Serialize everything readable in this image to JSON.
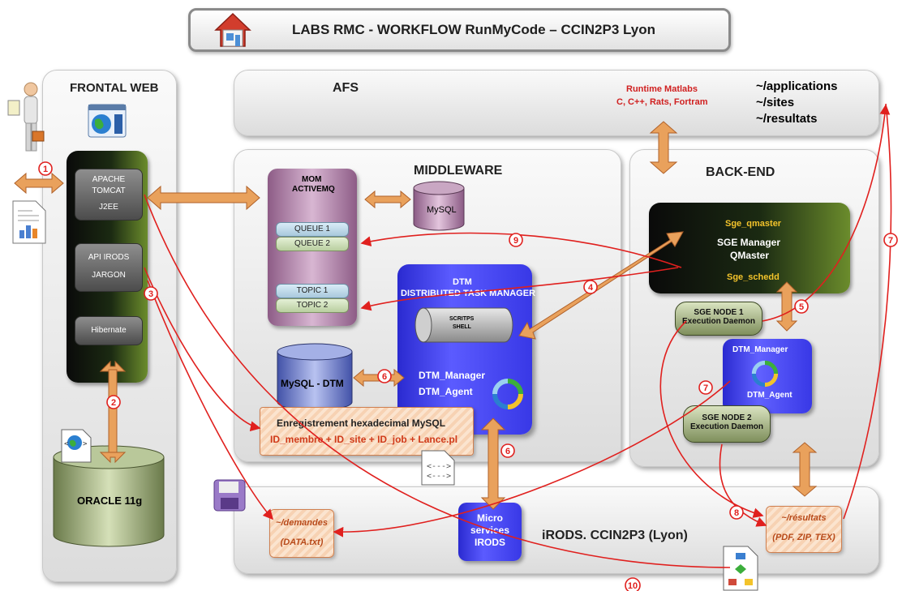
{
  "title": "LABS RMC - WORKFLOW RunMyCode – CCIN2P3 Lyon",
  "frontal": {
    "title": "FRONTAL WEB",
    "apache_line1": "APACHE",
    "apache_line2": "TOMCAT",
    "apache_line3": "J2EE",
    "api_line1": "API IRODS",
    "api_line2": "JARGON",
    "hibernate": "Hibernate"
  },
  "oracle": "ORACLE 11g",
  "afs": {
    "title": "AFS",
    "runtime_line1": "Runtime Matlabs",
    "runtime_line2": "C, C++, Rats, Fortram",
    "paths": [
      "~/applications",
      "~/sites",
      "~/resultats"
    ]
  },
  "middleware": {
    "title": "MIDDLEWARE",
    "mom_line1": "MOM",
    "mom_line2": "ACTIVEMQ",
    "queue1": "QUEUE 1",
    "queue2": "QUEUE 2",
    "topic1": "TOPIC 1",
    "topic2": "TOPIC 2",
    "mysql": "MySQL",
    "mysql_dtm": "MySQL - DTM"
  },
  "dtm": {
    "title_line1": "DTM",
    "title_line2": "DISTRIBUTED TASK MANAGER",
    "scripts_line1": "SCRITPS",
    "scripts_line2": "SHELL",
    "manager": "DTM_Manager",
    "agent": "DTM_Agent"
  },
  "enregistrement": {
    "line1": "Enregistrement hexadecimal MySQL",
    "line2": "ID_membre + ID_site + ID_job + Lance.pl"
  },
  "backend": {
    "title": "BACK-END",
    "sge_qmaster": "Sge_qmaster",
    "manager_line1": "SGE Manager",
    "manager_line2": "QMaster",
    "sge_schedd": "Sge_schedd",
    "node1_line1": "SGE NODE 1",
    "node1_line2": "Execution Daemon",
    "node2_line1": "SGE NODE 2",
    "node2_line2": "Execution Daemon",
    "dtm_manager": "DTM_Manager",
    "dtm_agent": "DTM_Agent"
  },
  "irods": {
    "title": "iRODS. CCIN2P3 (Lyon)",
    "demandes_line1": "~/demandes",
    "demandes_line2": "(DATA.txt)",
    "resultats_line1": "~/résultats",
    "resultats_line2": "(PDF, ZIP, TEX)",
    "micro_line1": "Micro",
    "micro_line2": "services",
    "micro_line3": "IRODS"
  },
  "steps": [
    "1",
    "2",
    "3",
    "4",
    "5",
    "6",
    "6",
    "7",
    "7",
    "8",
    "9",
    "10"
  ],
  "colors": {
    "arrow_fill": "#e9a15c",
    "arrow_stroke": "#b0612a",
    "red_line": "#e0201e",
    "runtime_text": "#d02020",
    "dtm_blue": "#3c3cf0",
    "sge_yellow": "#f3c32b"
  },
  "icons": [
    "home-icon",
    "user-icon",
    "globe-window-icon",
    "report-document-icon",
    "web-document-icon",
    "floppy-disk-icon",
    "code-document-icon",
    "flowchart-document-icon",
    "refresh-cycle-icon"
  ]
}
